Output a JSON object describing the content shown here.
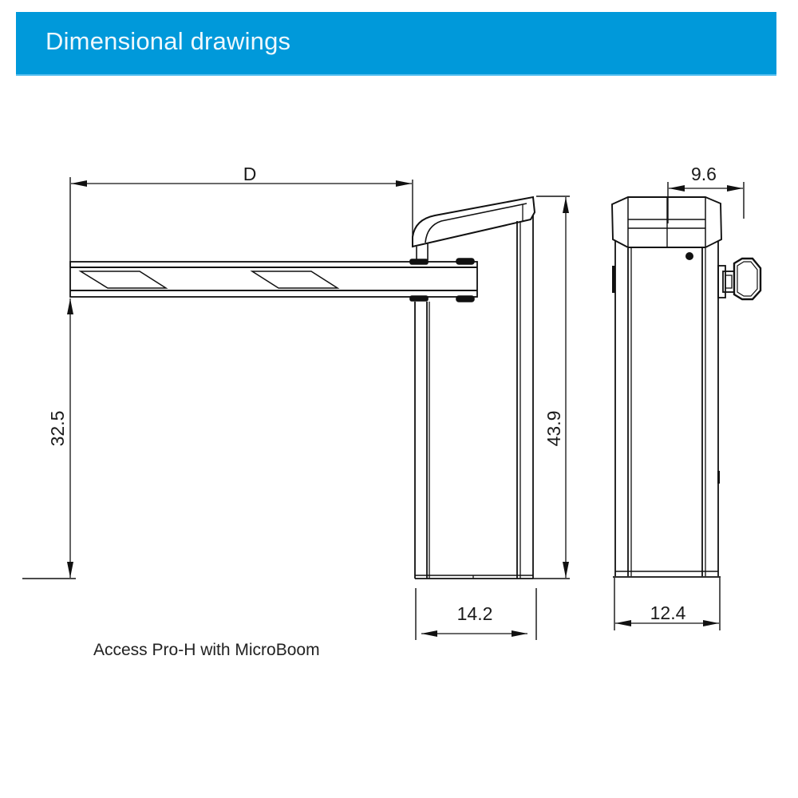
{
  "header": {
    "title": "Dimensional drawings",
    "background_color": "#0099da",
    "text_color": "#eef8fd"
  },
  "drawing": {
    "front_view": {
      "boom_length_label": "D",
      "boom_height_label": "32.5",
      "total_height_label": "43.9",
      "cabinet_width_label": "14.2"
    },
    "side_view": {
      "top_offset_label": "9.6",
      "cabinet_depth_label": "12.4"
    },
    "units_note": ""
  },
  "caption": {
    "text": "Access Pro-H with MicroBoom"
  }
}
